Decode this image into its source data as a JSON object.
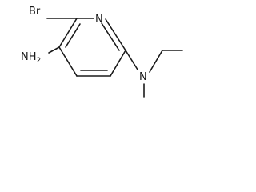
{
  "molecule": {
    "atoms": {
      "bromine": "Br",
      "ring_nitrogen": "N",
      "amine": {
        "element": "N",
        "hydrogen": "H",
        "count": "2"
      },
      "amine_tertiary": "N"
    }
  }
}
